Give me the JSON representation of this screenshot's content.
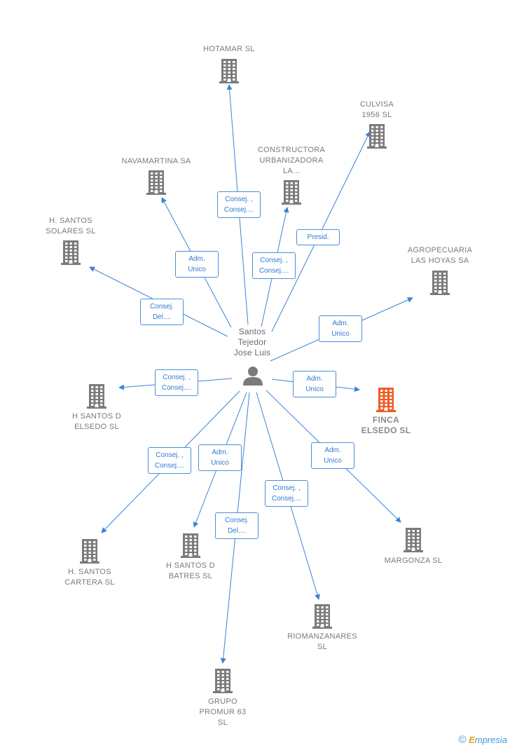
{
  "colors": {
    "edge": "#3a82d8",
    "icon": "#7b7b7b",
    "highlight": "#f05a28",
    "label": "#7a7a7a"
  },
  "person": {
    "label": "Santos\nTejedor\nJose Luis",
    "icon": "person-icon"
  },
  "nodes": [
    {
      "id": "hotamar",
      "label": "HOTAMAR  SL",
      "highlight": false
    },
    {
      "id": "culvisa",
      "label": "CULVISA\n1956  SL",
      "highlight": false
    },
    {
      "id": "constructora",
      "label": "CONSTRUCTORA\nURBANIZADORA\nLA...",
      "highlight": false
    },
    {
      "id": "navamartina",
      "label": "NAVAMARTINA SA",
      "highlight": false
    },
    {
      "id": "hsantos-solares",
      "label": "H. SANTOS\nSOLARES  SL",
      "highlight": false
    },
    {
      "id": "agropecuaria",
      "label": "AGROPECUARIA\nLAS HOYAS SA",
      "highlight": false
    },
    {
      "id": "hsantos-elsedo",
      "label": "H SANTOS D\nELSEDO  SL",
      "highlight": false
    },
    {
      "id": "finca-elsedo",
      "label": "FINCA\nELSEDO  SL",
      "highlight": true
    },
    {
      "id": "hsantos-cartera",
      "label": "H.  SANTOS\nCARTERA  SL",
      "highlight": false
    },
    {
      "id": "hsantos-batres",
      "label": "H SANTOS D\nBATRES  SL",
      "highlight": false
    },
    {
      "id": "margonza",
      "label": "MARGONZA  SL",
      "highlight": false
    },
    {
      "id": "riomanzanares",
      "label": "RIOMANZANARES\nSL",
      "highlight": false
    },
    {
      "id": "grupo-promur",
      "label": "GRUPO\nPROMUR 63\nSL",
      "highlight": false
    }
  ],
  "edges": [
    {
      "to": "hotamar",
      "label": "Consej. ,\nConsej...."
    },
    {
      "to": "culvisa",
      "label": "Presid."
    },
    {
      "to": "constructora",
      "label": "Consej. ,\nConsej...."
    },
    {
      "to": "navamartina",
      "label": "Adm.\nUnico"
    },
    {
      "to": "hsantos-solares",
      "label": "Consej.\nDel...."
    },
    {
      "to": "agropecuaria",
      "label": "Adm.\nUnico"
    },
    {
      "to": "hsantos-elsedo",
      "label": "Consej. ,\nConsej...."
    },
    {
      "to": "finca-elsedo",
      "label": "Adm.\nUnico"
    },
    {
      "to": "hsantos-cartera",
      "label": "Consej. ,\nConsej...."
    },
    {
      "to": "hsantos-batres",
      "label": "Adm.\nUnico"
    },
    {
      "to": "margonza",
      "label": "Adm.\nUnico"
    },
    {
      "to": "riomanzanares",
      "label": "Consej. ,\nConsej...."
    },
    {
      "to": "grupo-promur",
      "label": "Consej.\nDel...."
    }
  ],
  "brand": {
    "copyright": "©",
    "initial": "E",
    "rest": "mpresia"
  }
}
